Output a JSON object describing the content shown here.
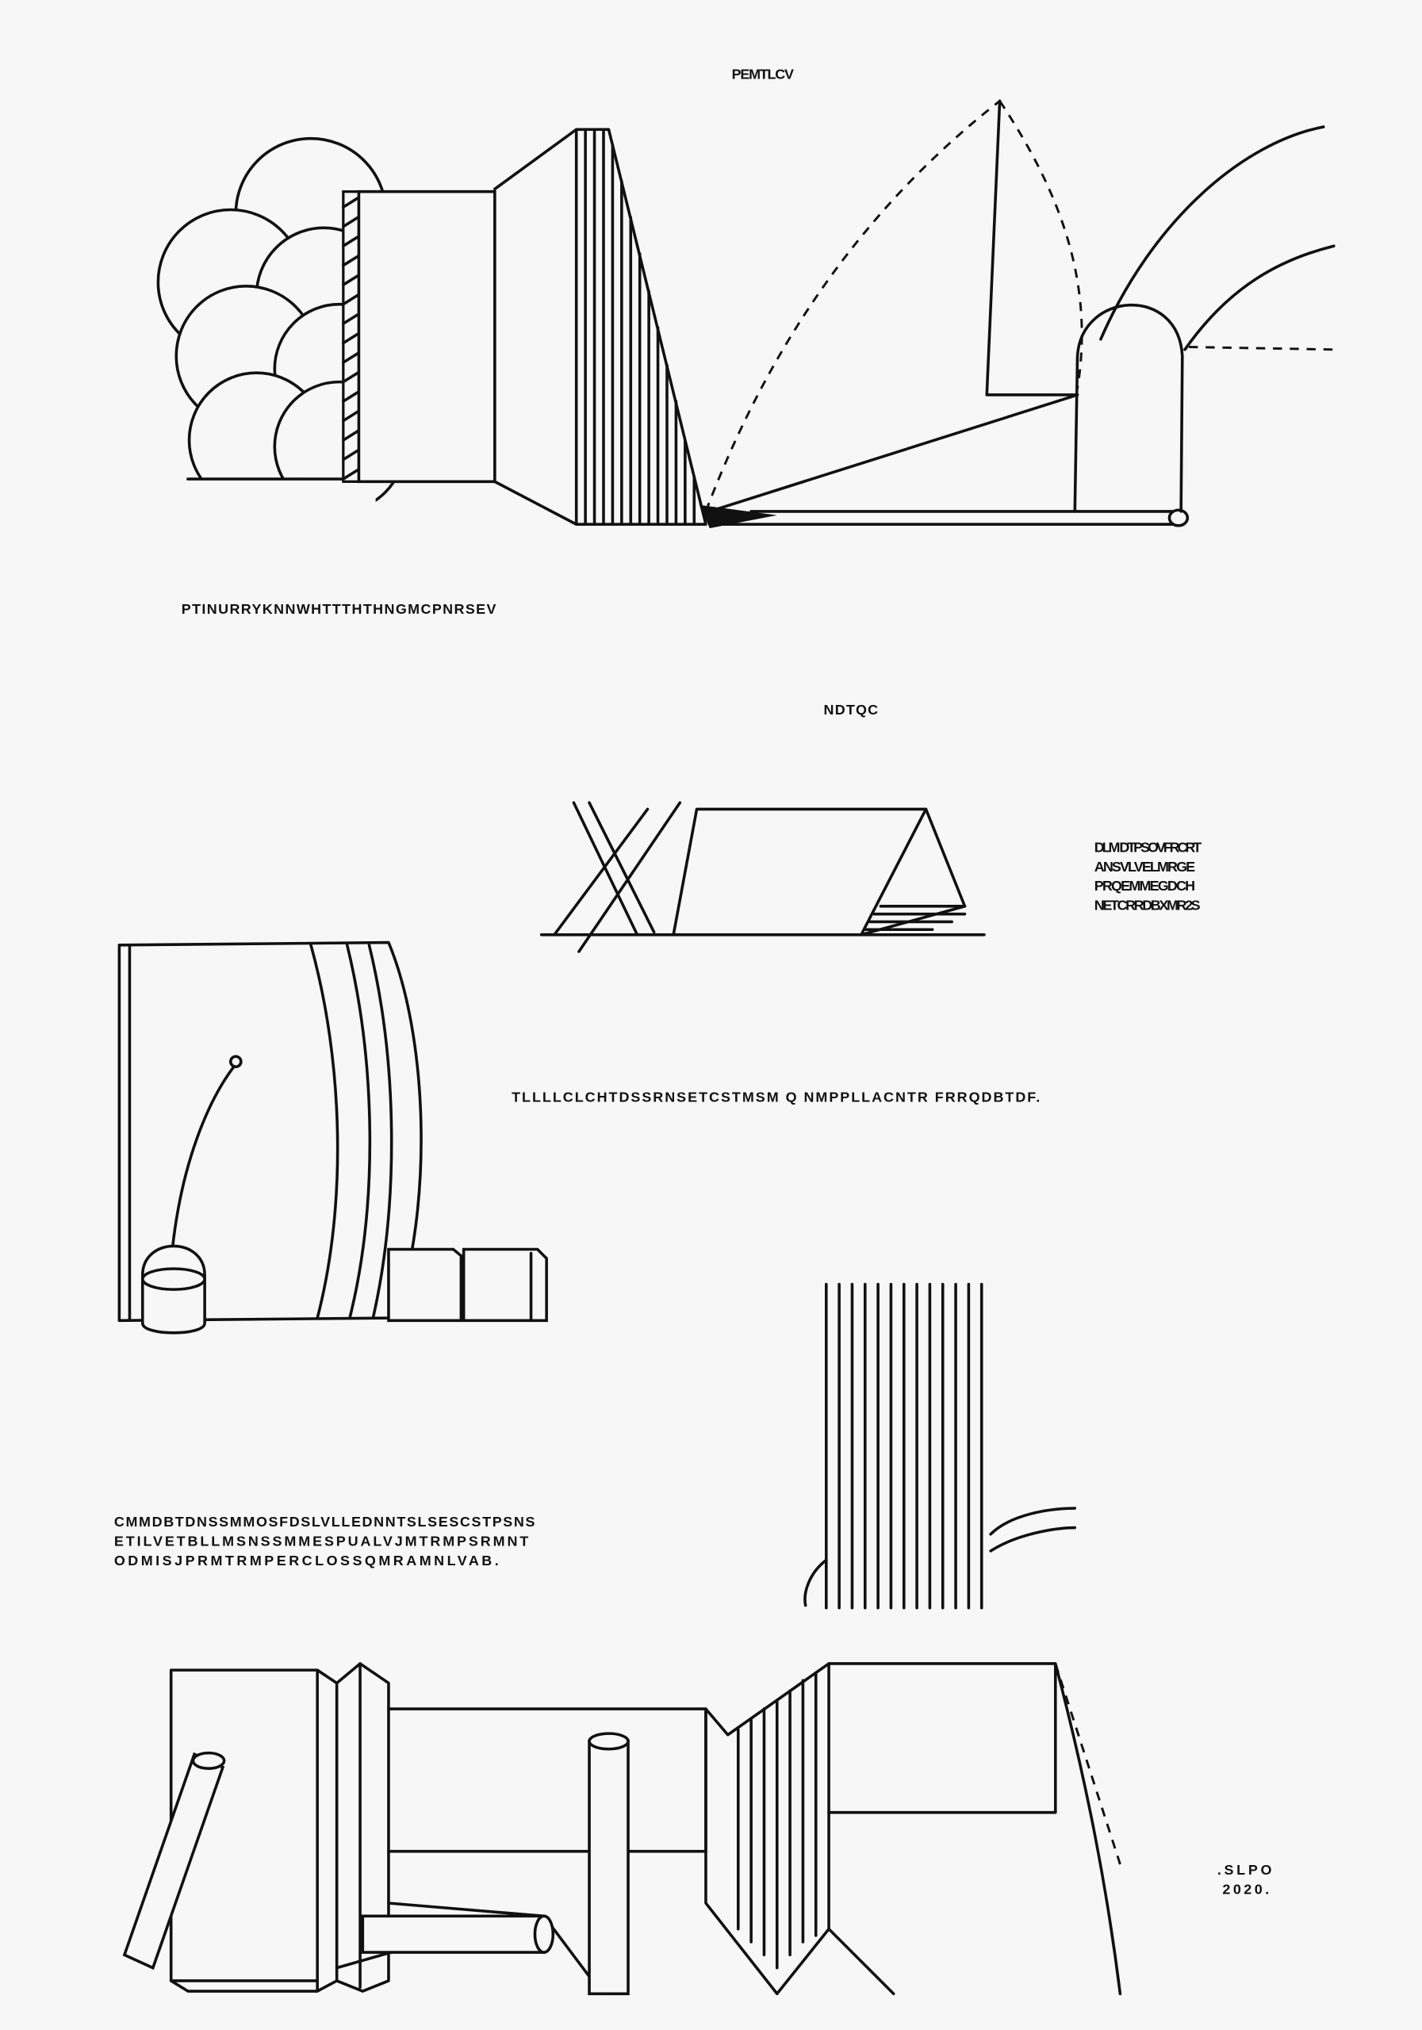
{
  "drawing": {
    "paper_color": "#f7f7f8",
    "ink_color": "#111111",
    "labels": {
      "top_title": "PEMTLCV",
      "top_caption": "PTINURRYKNNWHTTTHTHNGMCPNRSEV",
      "middle_title": "NDTQC",
      "side_note": [
        "DLM DTPSOVFRCRT",
        "ANSVLVELMRGE",
        "PRQEMMEGDCH",
        "NETCRRDBXMR2S"
      ],
      "middle_caption": "TLLLLCLCHTDSSRNSETCSTMSM Q NMPPLLACNTR FRRQDBTDF.",
      "lower_note": [
        "CMMDBTDNSSMMOSFDSLVLLEDNNTSLSESCSTPSNS",
        "ETILVETBLLMSNSSMMESPUALVJMTRMPSRMNT",
        "ODMISJPRMTRMPERCLOSSQMRAMNLVAB."
      ],
      "signature": ".SLPO",
      "year": "2020."
    }
  }
}
